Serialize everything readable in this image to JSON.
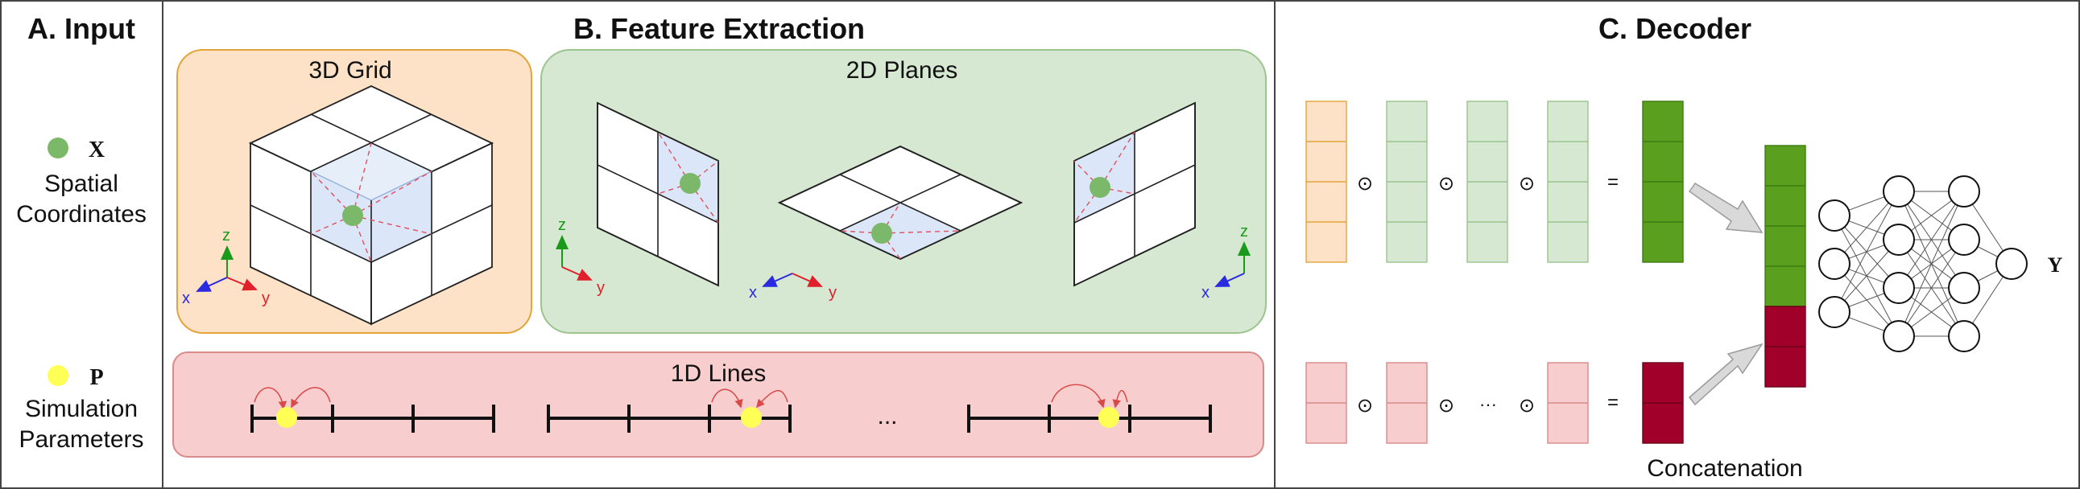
{
  "sections": {
    "input": {
      "title": "A. Input"
    },
    "feature_extraction": {
      "title": "B. Feature Extraction"
    },
    "decoder": {
      "title": "C. Decoder"
    }
  },
  "inputs": {
    "x": {
      "symbol": "X",
      "label_line1": "Spatial",
      "label_line2": "Coordinates",
      "color": "#7cb86a"
    },
    "p": {
      "symbol": "P",
      "label_line1": "Simulation",
      "label_line2": "Parameters",
      "color": "#ffff55"
    }
  },
  "panels": {
    "grid3d": {
      "title": "3D Grid",
      "fill": "#fde2c8",
      "stroke": "#e3a53a"
    },
    "planes2d": {
      "title": "2D Planes",
      "fill": "#d6e8d2",
      "stroke": "#9cc48e"
    },
    "lines1d": {
      "title": "1D Lines",
      "fill": "#f7cdcd",
      "stroke": "#d98a8a",
      "ellipsis": "..."
    }
  },
  "axes": {
    "x": "x",
    "y": "y",
    "z": "z"
  },
  "decoder": {
    "dot_op": "⊙",
    "equals": "=",
    "ellipsis": "···",
    "concat_label": "Concatenation",
    "output": "Y",
    "colors": {
      "orange_vec": "#fde2c8",
      "green_vec": "#d6e8d2",
      "red_vec": "#f7cdcd",
      "green_out": "#5aa01e",
      "red_out": "#a0002a"
    }
  }
}
